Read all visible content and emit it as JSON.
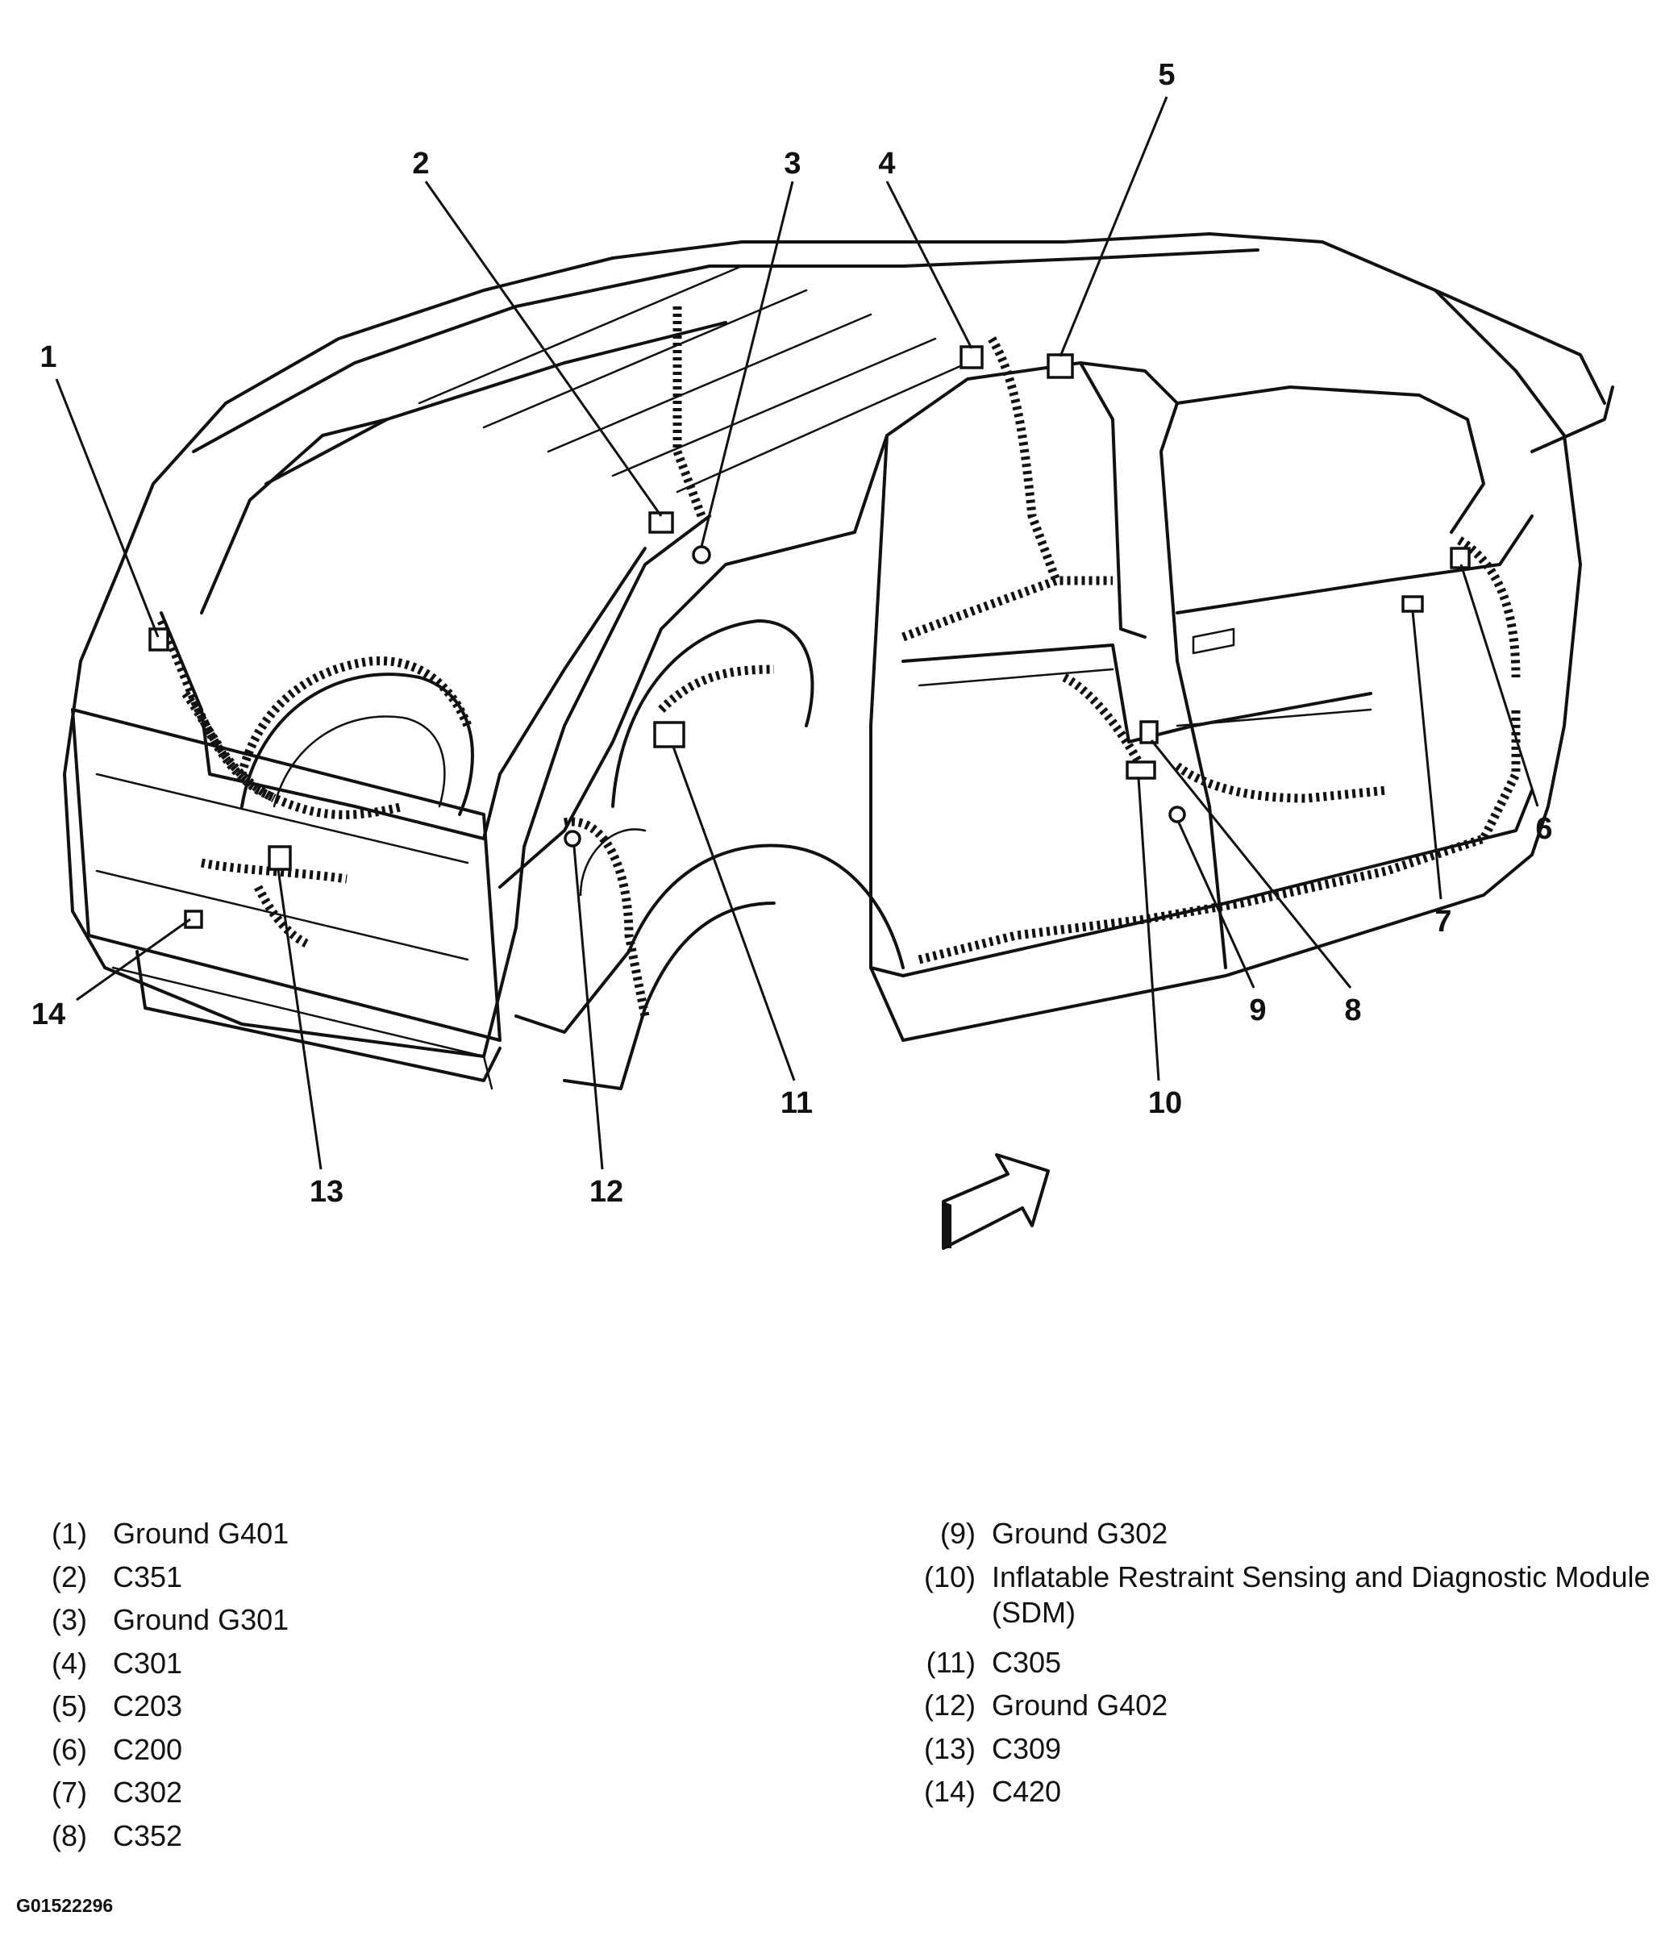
{
  "callouts": [
    "1",
    "2",
    "3",
    "4",
    "5",
    "6",
    "7",
    "8",
    "9",
    "10",
    "11",
    "12",
    "13",
    "14"
  ],
  "legend_left": [
    {
      "num": "(1)",
      "text": "Ground G401"
    },
    {
      "num": "(2)",
      "text": "C351"
    },
    {
      "num": "(3)",
      "text": "Ground G301"
    },
    {
      "num": "(4)",
      "text": "C301"
    },
    {
      "num": "(5)",
      "text": "C203"
    },
    {
      "num": "(6)",
      "text": "C200"
    },
    {
      "num": "(7)",
      "text": "C302"
    },
    {
      "num": "(8)",
      "text": "C352"
    }
  ],
  "legend_right": [
    {
      "num": "(9)",
      "text": "Ground G302"
    },
    {
      "num": "(10)",
      "text": "Inflatable Restraint Sensing and Diagnostic Module (SDM)"
    },
    {
      "num": "(11)",
      "text": "C305"
    },
    {
      "num": "(12)",
      "text": "Ground G402"
    },
    {
      "num": "(13)",
      "text": "C309"
    },
    {
      "num": "(14)",
      "text": "C420"
    }
  ],
  "figure_id": "G01522296"
}
